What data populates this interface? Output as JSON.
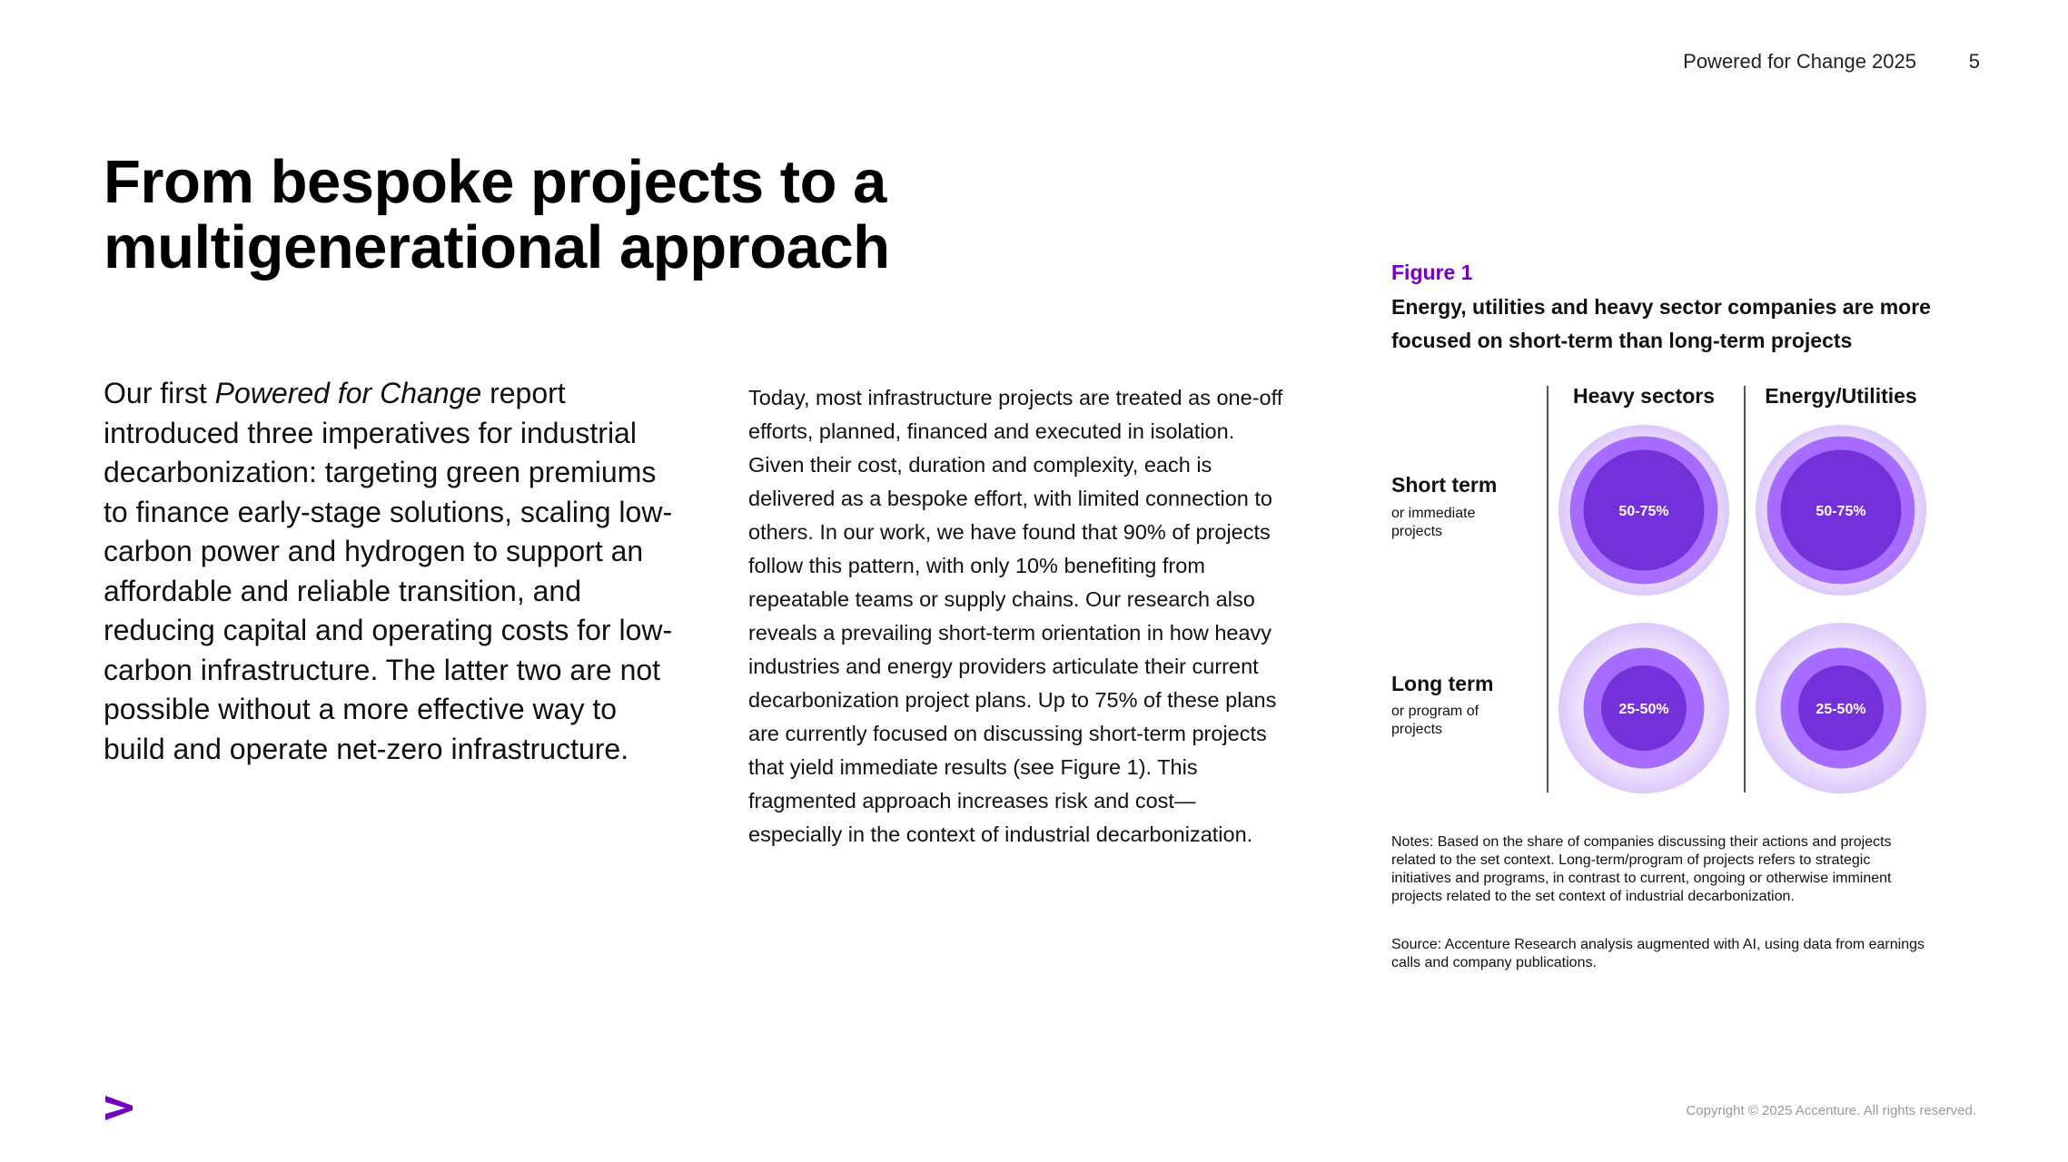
{
  "header": {
    "doc_title": "Powered for Change 2025",
    "page_number": "5"
  },
  "title": "From bespoke projects to a multigenerational approach",
  "intro": {
    "lead": "Our first ",
    "italic": "Powered for Change",
    "rest": " report introduced three imperatives for industrial decarbonization: targeting green premiums to finance early-stage solutions, scaling low-carbon power and hydrogen to support an affordable and reliable transition, and reducing capital and operating costs for low-carbon infrastructure. The latter two are not possible without a more effective way to build and operate net-zero infrastructure."
  },
  "body": "Today, most infrastructure projects are treated as one-off efforts, planned, financed and executed in isolation. Given their cost, duration and complexity, each is delivered as a bespoke effort, with limited connection to others. In our work, we have found that 90% of projects follow this pattern, with only 10% benefiting from repeatable teams or supply chains. Our research also reveals a prevailing short-term orientation in how heavy industries and energy providers articulate their current decarbonization project plans. Up to 75% of these plans are currently focused on discussing short-term projects that yield immediate results (see Figure 1). This fragmented approach increases risk and cost—especially in the context of industrial decarbonization.",
  "figure": {
    "label": "Figure 1",
    "title": "Energy, utilities and heavy sector companies are more focused on short-term than long-term projects",
    "columns": [
      "Heavy sectors",
      "Energy/Utilities"
    ],
    "rows": [
      {
        "title": "Short term",
        "subtitle": "or immediate projects"
      },
      {
        "title": "Long term",
        "subtitle": "or program of projects"
      }
    ],
    "notes": "Notes: Based on the share of companies discussing their actions and projects related to the set context. Long-term/program of projects refers to strategic initiatives and programs, in contrast to current, ongoing or otherwise imminent projects related to the set context of industrial decarbonization.",
    "source": "Source: Accenture Research analysis augmented with AI, using data from earnings calls and company publications."
  },
  "chart_data": {
    "type": "bubble-matrix",
    "columns": [
      "Heavy sectors",
      "Energy/Utilities"
    ],
    "rows": [
      "Short term",
      "Long term"
    ],
    "cells": [
      {
        "row": "Short term",
        "column": "Heavy sectors",
        "label": "50-75%",
        "low": 50,
        "high": 75
      },
      {
        "row": "Short term",
        "column": "Energy/Utilities",
        "label": "50-75%",
        "low": 50,
        "high": 75
      },
      {
        "row": "Long term",
        "column": "Heavy sectors",
        "label": "25-50%",
        "low": 25,
        "high": 50
      },
      {
        "row": "Long term",
        "column": "Energy/Utilities",
        "label": "25-50%",
        "low": 25,
        "high": 50
      }
    ],
    "colors": {
      "outer": "#e8dcfb",
      "high": "#a56cff",
      "low": "#7431d9",
      "label": "#ffffff"
    }
  },
  "footer": {
    "copyright": "Copyright © 2025 Accenture. All rights reserved."
  },
  "brand": {
    "accent": "#7500c0"
  }
}
